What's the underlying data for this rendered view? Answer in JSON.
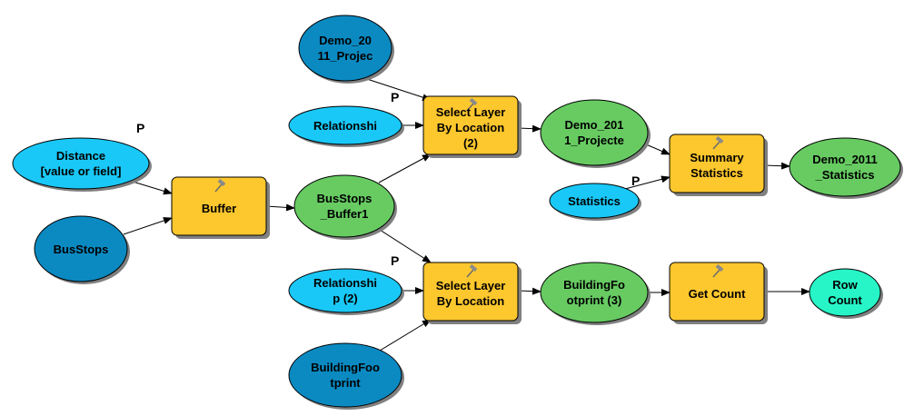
{
  "colors": {
    "dark_blue_input": "#0B8AC2",
    "light_blue_param": "#19C8F7",
    "orange_tool": "#FDC72E",
    "green_output": "#67CB62",
    "teal_output": "#27F5C7",
    "stroke": "#000000",
    "shadow": "#808080",
    "arrow": "#000000"
  },
  "nodes": {
    "demo_2011_projec": {
      "label": "Demo_20\n11_Projec",
      "kind": "input"
    },
    "relationshi": {
      "label": "Relationshi",
      "kind": "parameter"
    },
    "select_layer_by_location_2": {
      "label": "Select Layer\nBy Location\n(2)",
      "kind": "tool",
      "icon": "hammer-icon"
    },
    "demo_2011_projecte": {
      "label": "Demo_201\n1_Projecte",
      "kind": "output"
    },
    "summary_statistics": {
      "label": "Summary\nStatistics",
      "kind": "tool",
      "icon": "hammer-icon"
    },
    "statistics": {
      "label": "Statistics",
      "kind": "parameter"
    },
    "demo_2011_statistics": {
      "label": "Demo_2011\n_Statistics",
      "kind": "output"
    },
    "distance": {
      "label": "Distance\n[value or field]",
      "kind": "parameter"
    },
    "busstops": {
      "label": "BusStops",
      "kind": "input"
    },
    "buffer": {
      "label": "Buffer",
      "kind": "tool",
      "icon": "hammer-icon"
    },
    "busstops_buffer1": {
      "label": "BusStops\n_Buffer1",
      "kind": "output"
    },
    "relationship_2": {
      "label": "Relationshi\np (2)",
      "kind": "parameter"
    },
    "select_layer_by_location": {
      "label": "Select Layer\nBy Location",
      "kind": "tool",
      "icon": "hammer-icon"
    },
    "buildingfootprint_3": {
      "label": "BuildingFo\notprint (3)",
      "kind": "output"
    },
    "get_count": {
      "label": "Get Count",
      "kind": "tool",
      "icon": "hammer-icon"
    },
    "row_count": {
      "label": "Row\nCount",
      "kind": "output"
    },
    "buildingfootprint": {
      "label": "BuildingFoo\ntprint",
      "kind": "input"
    }
  },
  "parameter_marker": "P"
}
